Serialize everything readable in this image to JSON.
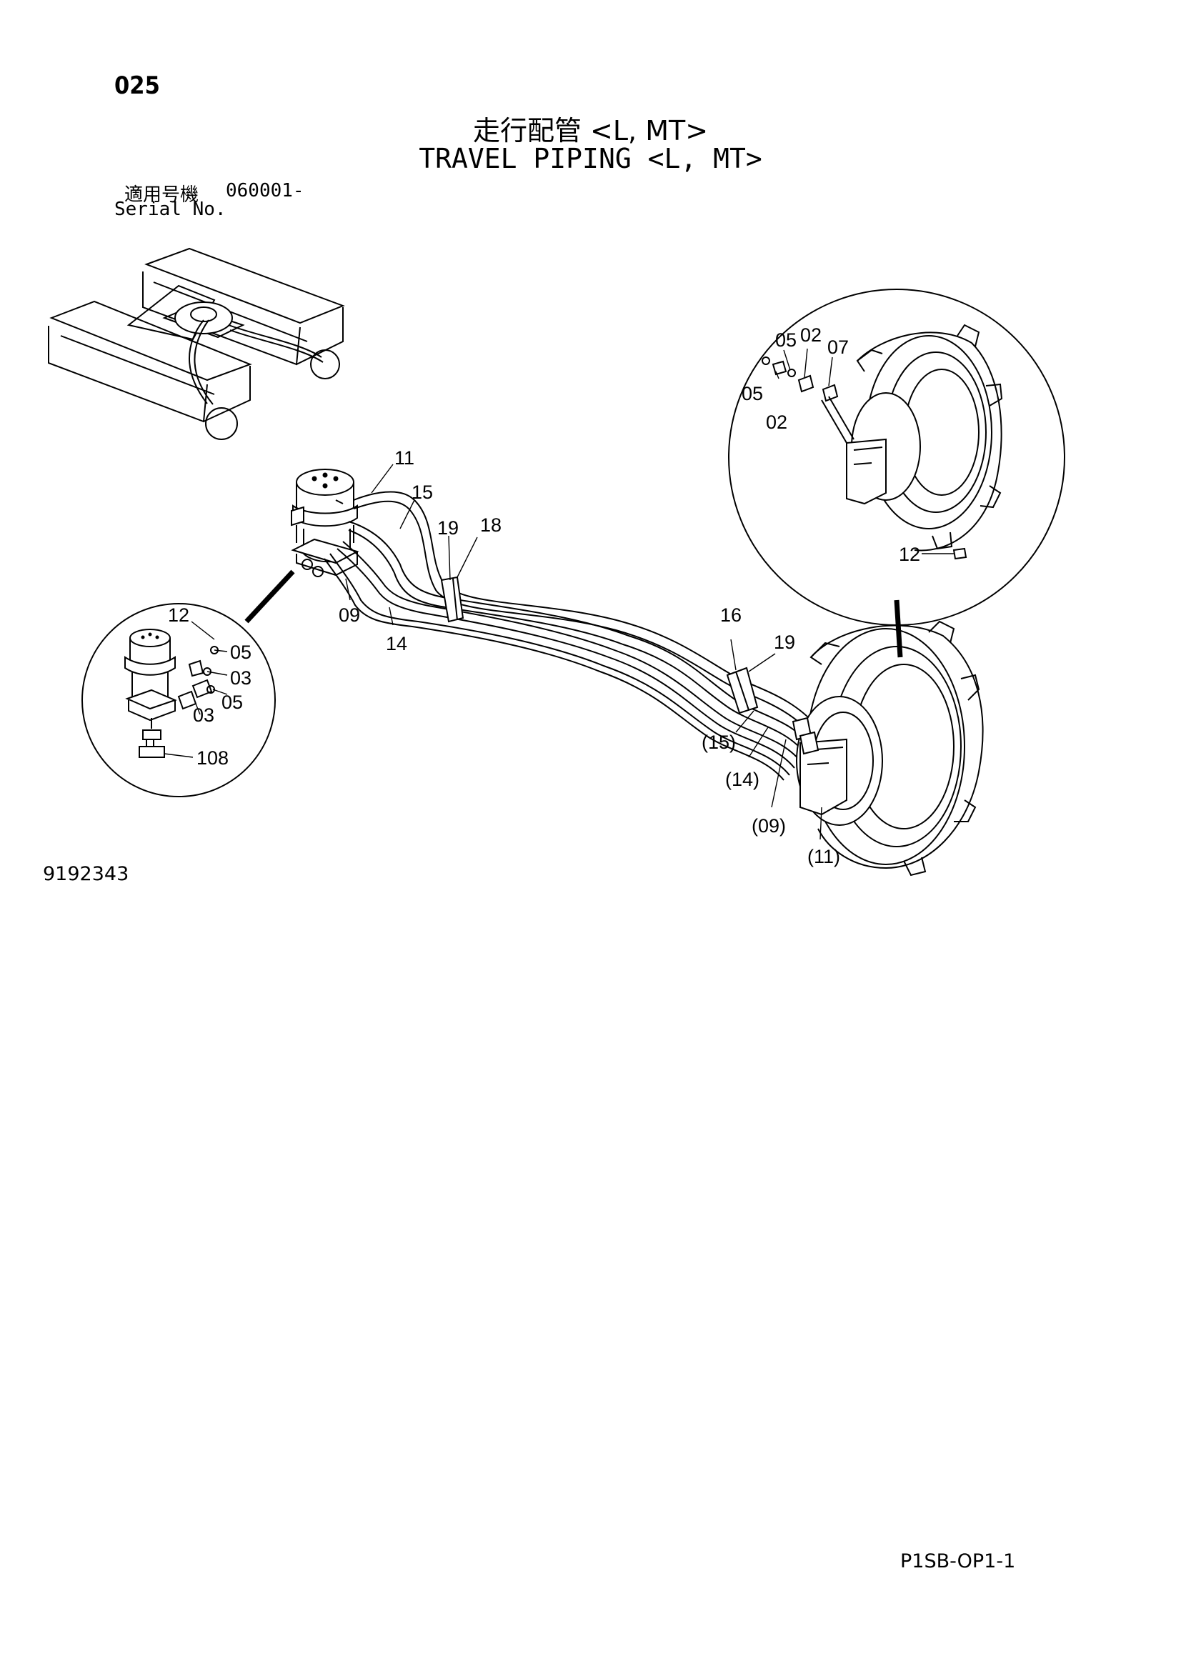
{
  "header": {
    "page_number": "025",
    "title_jp": "走行配管 <L, MT>",
    "title_en": "TRAVEL PIPING <L, MT>",
    "serial_label_jp": "適用号機",
    "serial_range": "060001-",
    "serial_label_en": "Serial No."
  },
  "footer": {
    "figure_number": "9192343",
    "page_code": "P1SB-OP1-1"
  },
  "callouts": {
    "main": [
      "11",
      "15",
      "19",
      "18",
      "09",
      "14",
      "16",
      "19",
      "(15)",
      "(14)",
      "(09)",
      "(11)"
    ],
    "left_detail": [
      "12",
      "05",
      "03",
      "05",
      "03",
      "108"
    ],
    "right_detail": [
      "05",
      "02",
      "07",
      "05",
      "02",
      "12"
    ]
  },
  "icons": {
    "undercarriage": "crawler-undercarriage-icon",
    "swivel_joint": "center-swivel-joint-icon",
    "travel_motor": "travel-motor-sprocket-icon",
    "fittings": "hydraulic-fitting-icon"
  }
}
